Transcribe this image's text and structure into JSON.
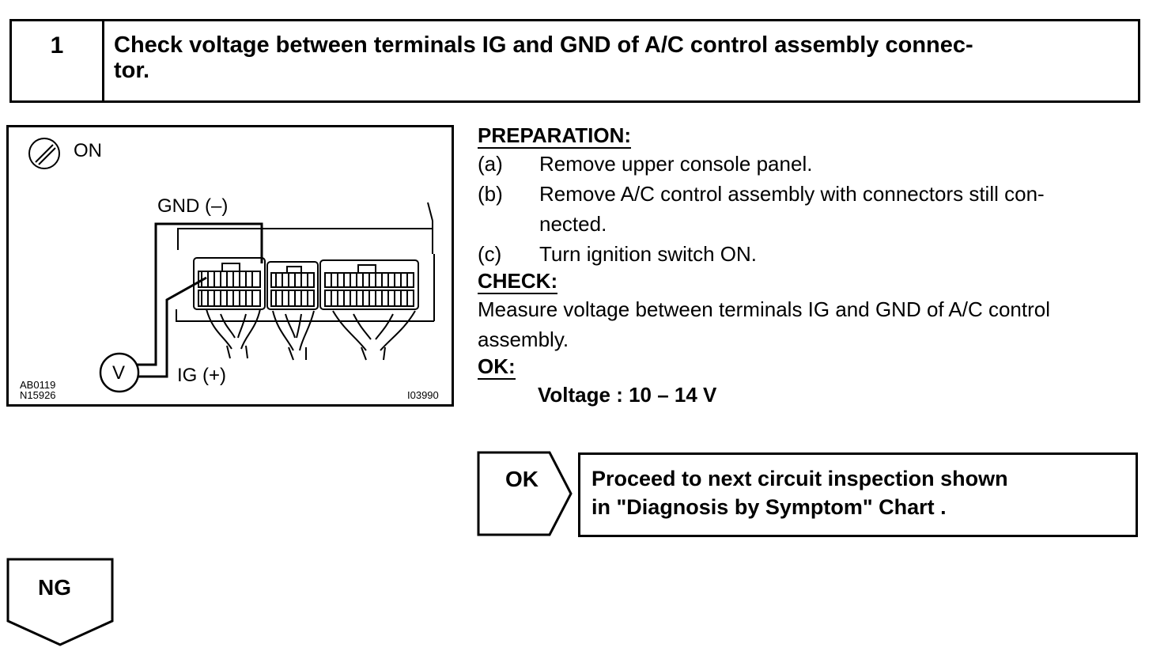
{
  "step": {
    "number": "1",
    "title_line1": "Check voltage between terminals IG and GND of A/C control assembly connec-",
    "title_line2": "tor."
  },
  "diagram": {
    "ignition_label": "ON",
    "gnd_label": "GND (–)",
    "ig_label": "IG (+)",
    "voltmeter_label": "V",
    "code_1": "AB0119",
    "code_2": "N15926",
    "code_3": "I03990"
  },
  "procedure": {
    "preparation_heading": "PREPARATION:",
    "steps": [
      {
        "label": "(a)",
        "line1": "Remove upper console panel.",
        "line2": ""
      },
      {
        "label": "(b)",
        "line1": "Remove A/C control assembly with connectors still con-",
        "line2": "nected."
      },
      {
        "label": "(c)",
        "line1": "Turn ignition switch ON.",
        "line2": ""
      }
    ],
    "check_heading": "CHECK:",
    "check_line1": "Measure voltage between terminals IG and GND of A/C control",
    "check_line2": "assembly.",
    "ok_heading": "OK:",
    "spec": "Voltage : 10 – 14 V"
  },
  "results": {
    "ok_label": "OK",
    "ok_line1": "Proceed to next circuit inspection shown",
    "ok_line2": " in \"Diagnosis by Symptom\" Chart .",
    "ng_label": "NG"
  }
}
